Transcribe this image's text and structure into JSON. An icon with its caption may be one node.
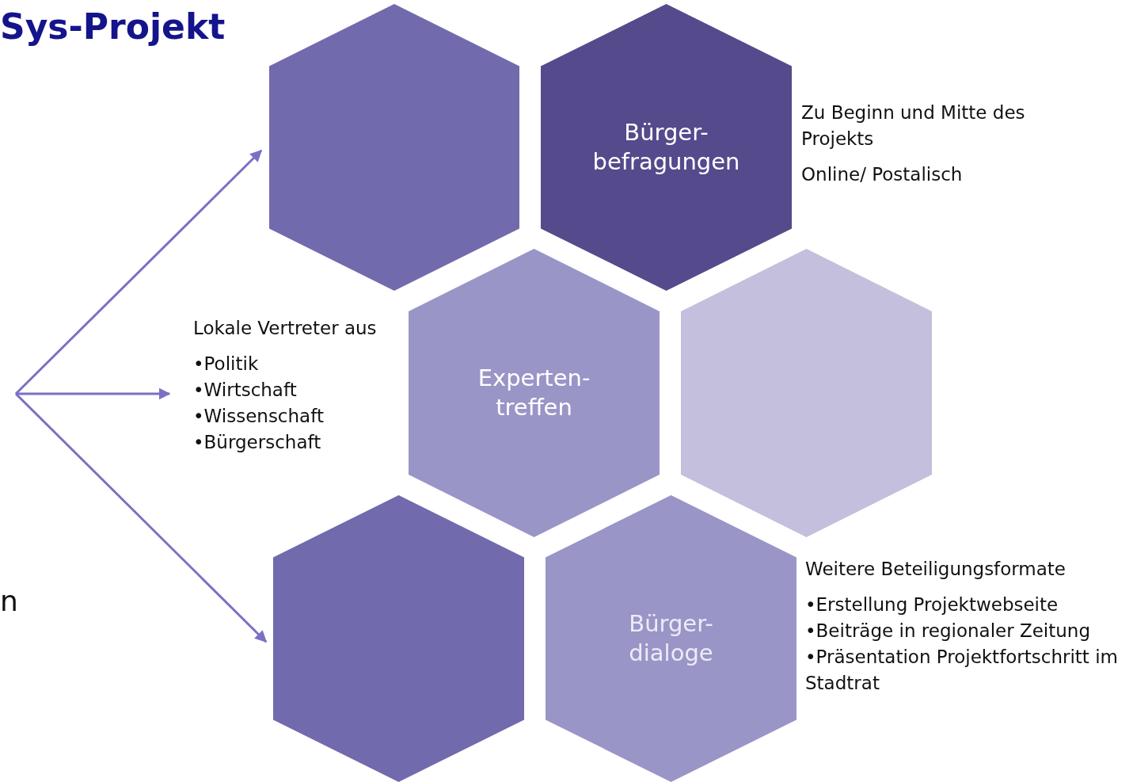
{
  "diagram": {
    "title": "Sys-Projekt",
    "nodes": [
      {
        "text": [],
        "shape": "hexagon"
      },
      {
        "text": [
          "Bürger- befragungen"
        ],
        "beside": [
          "Zu Beginn und Mitte des Projekts",
          "Online/ Postalisch"
        ]
      },
      {
        "text": [
          "Experten- treffen"
        ]
      },
      {
        "text": [],
        "shape": "hexagon"
      },
      {
        "text": [],
        "shape": "hexagon"
      },
      {
        "text": [
          "Bürger- dialoge"
        ],
        "beside": [
          "Weitere Beteiligungsformate",
          "•Erstellung Projektwebseite",
          "•Beiträge in regionaler Zeitung",
          "•Präsentation Projektfortschritt im  Stadtrat"
        ]
      },
      {
        "text": [
          "Lokale Vertreter aus",
          "•Politik",
          "•Wirtschaft",
          "•Wissenschaft",
          "•Bürgerschaft"
        ]
      }
    ],
    "edges": [
      {
        "from": null,
        "to": 0,
        "arrow": "to"
      },
      {
        "from": null,
        "to": 6,
        "arrow": "to"
      },
      {
        "from": null,
        "to": 4,
        "arrow": "to"
      }
    ],
    "labels": [
      "n"
    ]
  }
}
